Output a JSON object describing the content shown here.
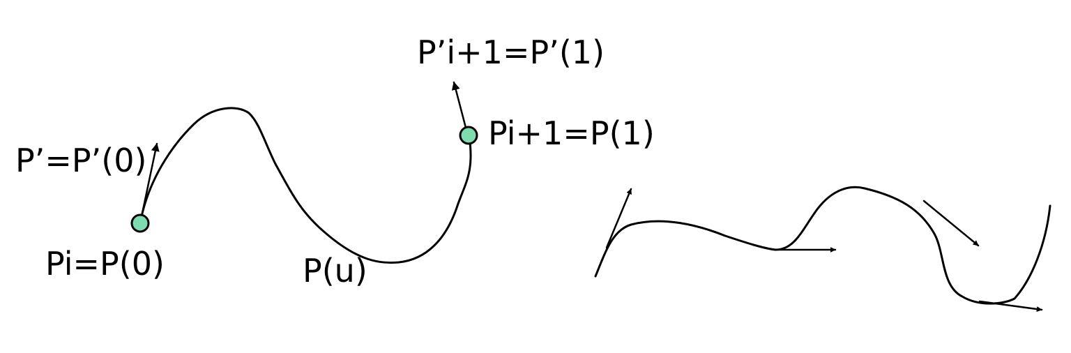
{
  "labels": {
    "tangent_end": "P’i+1=P’(1)",
    "point_end": "Pi+1=P(1)",
    "tangent_start": "P’=P’(0)",
    "point_start": "Pi=P(0)",
    "curve": "P(u)"
  },
  "colors": {
    "endpoint_fill": "#7ddcb0",
    "stroke": "#000000",
    "background": "#ffffff"
  },
  "figures": [
    {
      "name": "hermite-curve-segment",
      "endpoints": 2,
      "tangent_arrows": 2
    },
    {
      "name": "piecewise-curve-with-tangents",
      "tangent_arrows": 4
    }
  ]
}
